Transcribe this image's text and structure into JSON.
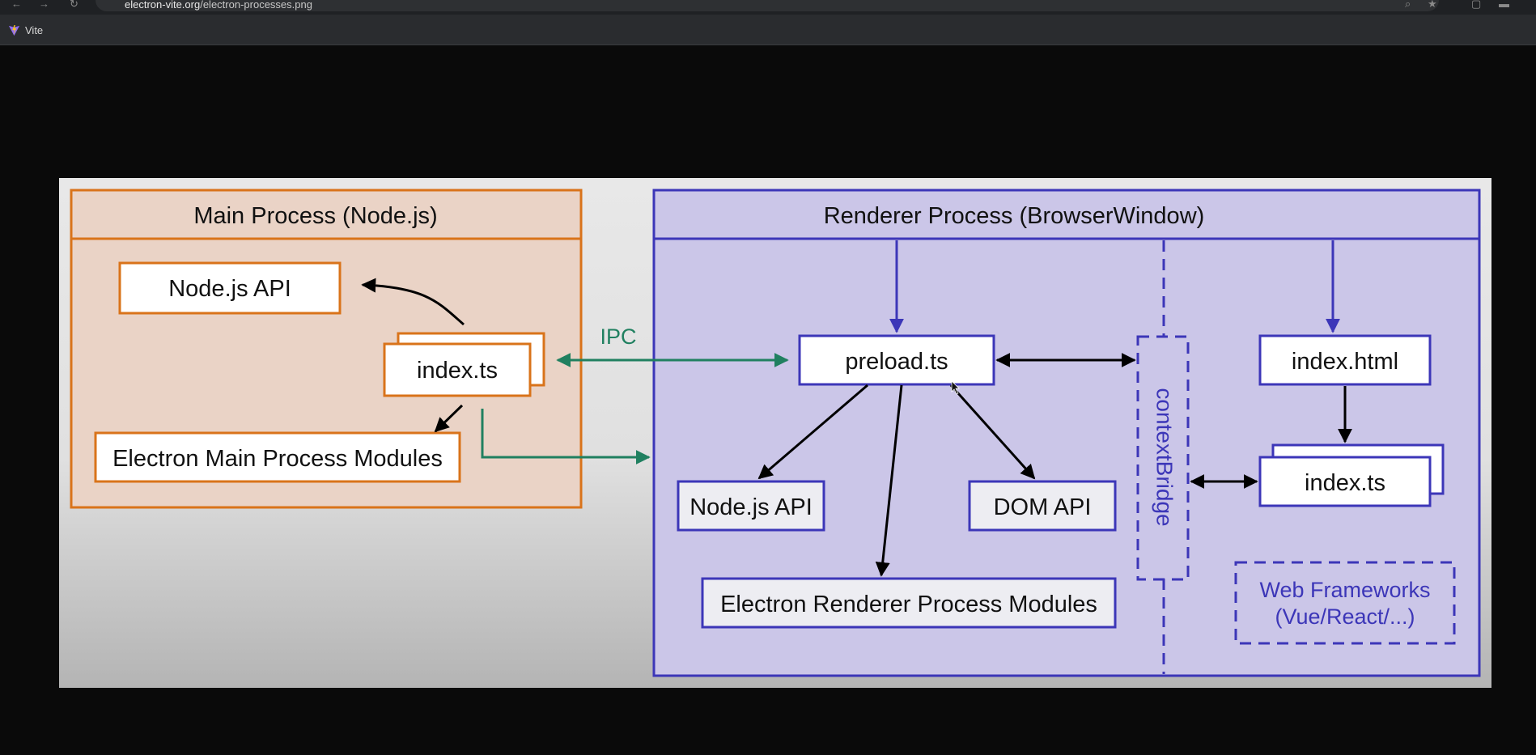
{
  "browser": {
    "address": {
      "host": "electron-vite.org",
      "path": "/electron-processes.png"
    },
    "bookmark": {
      "label": "Vite",
      "icon": "vite-logo-icon"
    }
  },
  "diagram": {
    "main": {
      "title": "Main Process (Node.js)",
      "node_api": "Node.js API",
      "index": "index.ts",
      "modules": "Electron Main Process Modules",
      "color": "#d9731a",
      "fill": "#ead3c6"
    },
    "ipc": {
      "label": "IPC",
      "color": "#208060"
    },
    "renderer": {
      "title": "Renderer Process (BrowserWindow)",
      "preload": "preload.ts",
      "node_api": "Node.js API",
      "dom_api": "DOM API",
      "modules": "Electron Renderer Process Modules",
      "context_bridge": "contextBridge",
      "index_html": "index.html",
      "index": "index.ts",
      "frameworks_line1": "Web Frameworks",
      "frameworks_line2": "(Vue/React/...)",
      "color": "#3c36b8",
      "fill": "#cbc6e8"
    }
  }
}
